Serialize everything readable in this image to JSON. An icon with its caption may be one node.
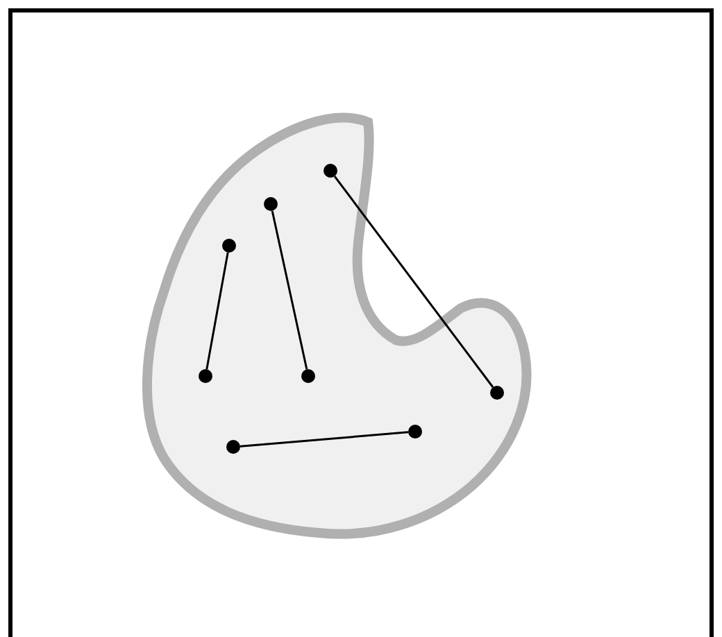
{
  "diagram": {
    "nodes": [
      {
        "text": [],
        "shape": "blob"
      },
      {
        "text": [],
        "shape": "circle",
        "in": 0
      },
      {
        "text": [],
        "shape": "circle",
        "in": 0
      },
      {
        "text": [],
        "shape": "circle",
        "in": 0
      },
      {
        "text": [],
        "shape": "circle",
        "in": 0
      },
      {
        "text": [],
        "shape": "circle",
        "in": 0
      },
      {
        "text": [],
        "shape": "circle",
        "in": 0
      },
      {
        "text": [],
        "shape": "circle",
        "in": 0
      },
      {
        "text": [],
        "shape": "circle",
        "in": 0
      }
    ],
    "edges": [
      {
        "from": 2,
        "to": 1,
        "arrow": "none"
      },
      {
        "from": 4,
        "to": 5,
        "arrow": "none"
      },
      {
        "from": 6,
        "to": 8,
        "arrow": "none"
      },
      {
        "from": 3,
        "to": 7,
        "arrow": "none"
      }
    ]
  }
}
